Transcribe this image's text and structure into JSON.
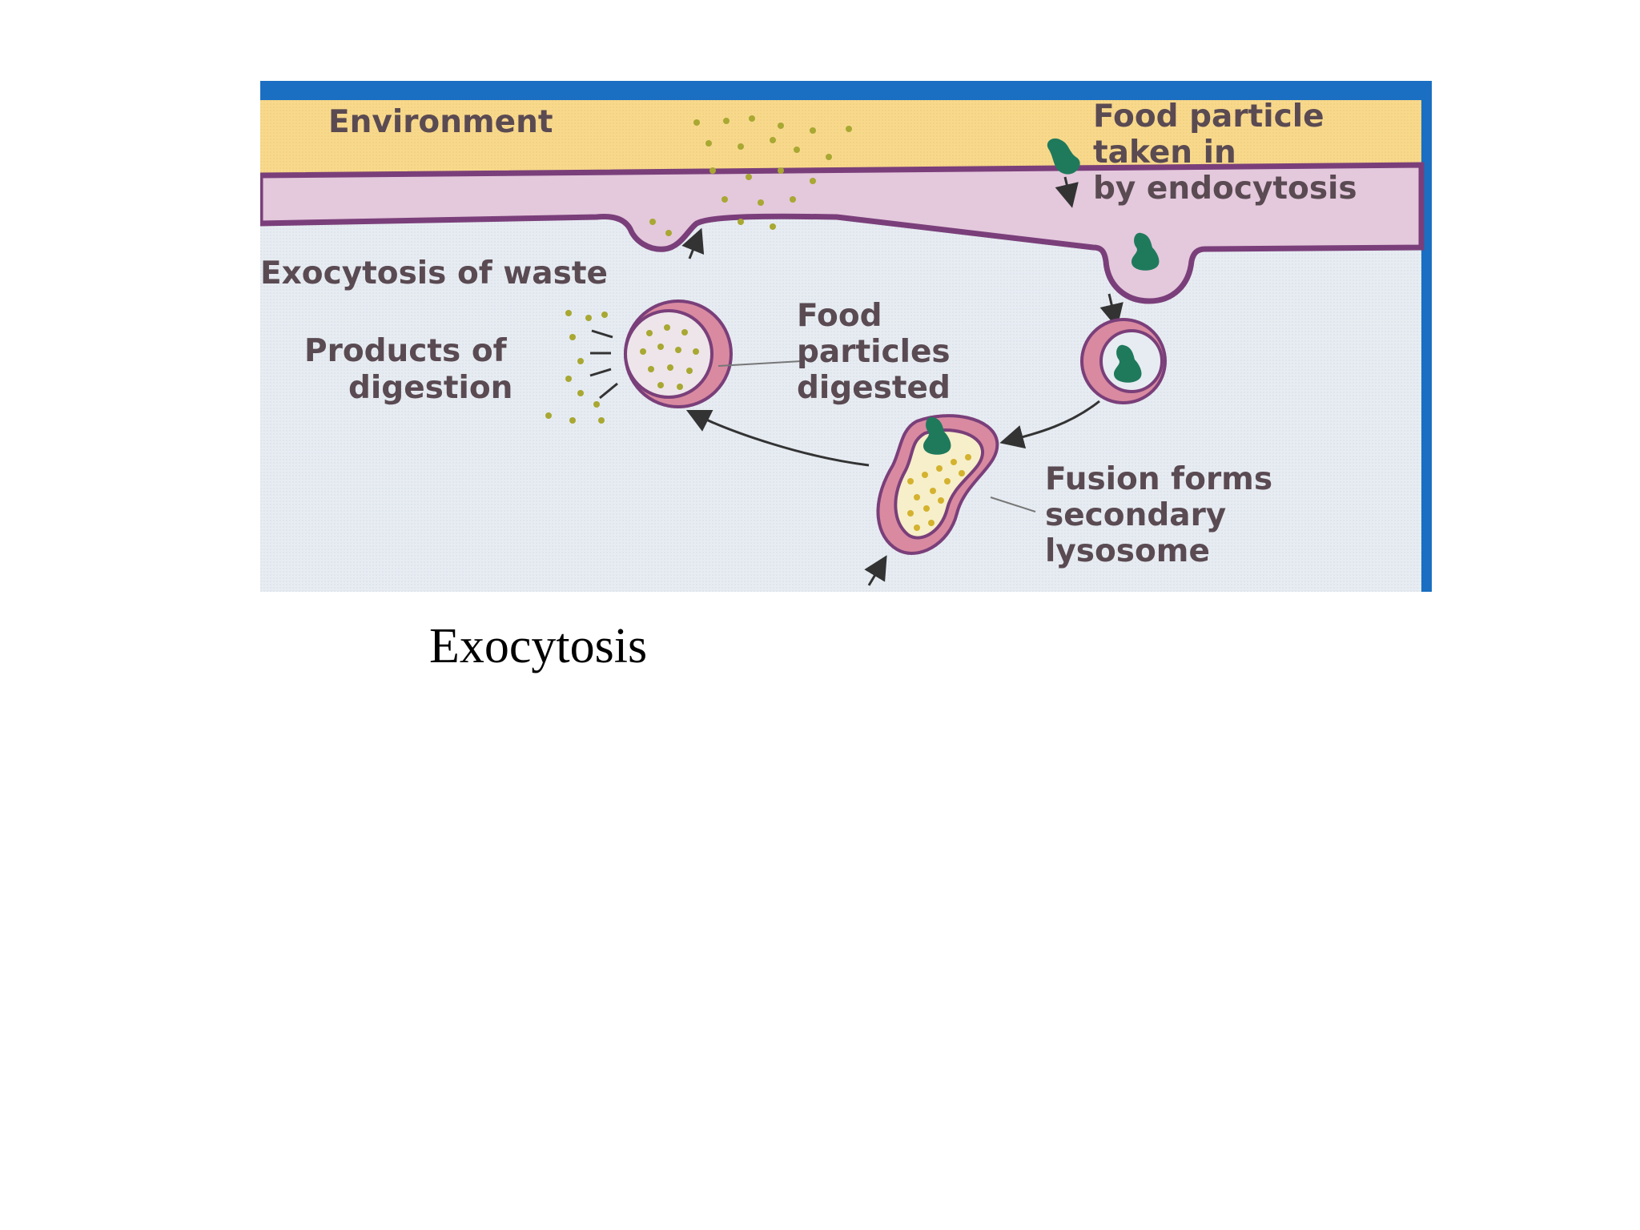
{
  "diagram": {
    "labels": {
      "environment": "Environment",
      "food_particle_line1": "Food particle",
      "food_particle_line2": "taken in",
      "food_particle_line3": "by endocytosis",
      "exocytosis_of_waste": "Exocytosis of waste",
      "products_line1": "Products of",
      "products_line2": "digestion",
      "digested_line1": "Food",
      "digested_line2": "particles",
      "digested_line3": "digested",
      "fusion_line1": "Fusion forms",
      "fusion_line2": "secondary",
      "fusion_line3": "lysosome"
    },
    "colors": {
      "environment": "#f8d98c",
      "cytoplasm": "#e7ecf2",
      "membrane": "#7a3f7a",
      "membrane_fill": "#e4c8dc",
      "vesicle_outer": "#d98aa0",
      "food_particle": "#1f7a5c",
      "waste_dots": "#a8a832",
      "label_text": "#5a4a52",
      "border": "#1a6fc2"
    }
  },
  "caption": "Exocytosis"
}
